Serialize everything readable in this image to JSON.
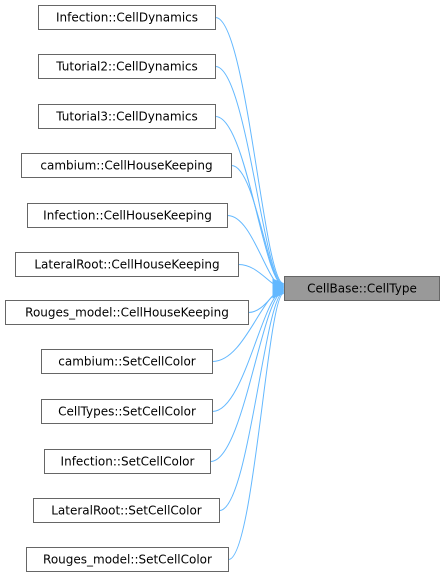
{
  "diagram": {
    "target": {
      "label": "CellBase::CellType",
      "fill_color": "#999999",
      "border_color": "#666666"
    },
    "edge_color": "#63b8ff",
    "callers": [
      {
        "label": "Infection::CellDynamics"
      },
      {
        "label": "Tutorial2::CellDynamics"
      },
      {
        "label": "Tutorial3::CellDynamics"
      },
      {
        "label": "cambium::CellHouseKeeping"
      },
      {
        "label": "Infection::CellHouseKeeping"
      },
      {
        "label": "LateralRoot::CellHouseKeeping"
      },
      {
        "label": "Rouges_model::CellHouseKeeping"
      },
      {
        "label": "cambium::SetCellColor"
      },
      {
        "label": "CellTypes::SetCellColor"
      },
      {
        "label": "Infection::SetCellColor"
      },
      {
        "label": "LateralRoot::SetCellColor"
      },
      {
        "label": "Rouges_model::SetCellColor"
      }
    ]
  }
}
